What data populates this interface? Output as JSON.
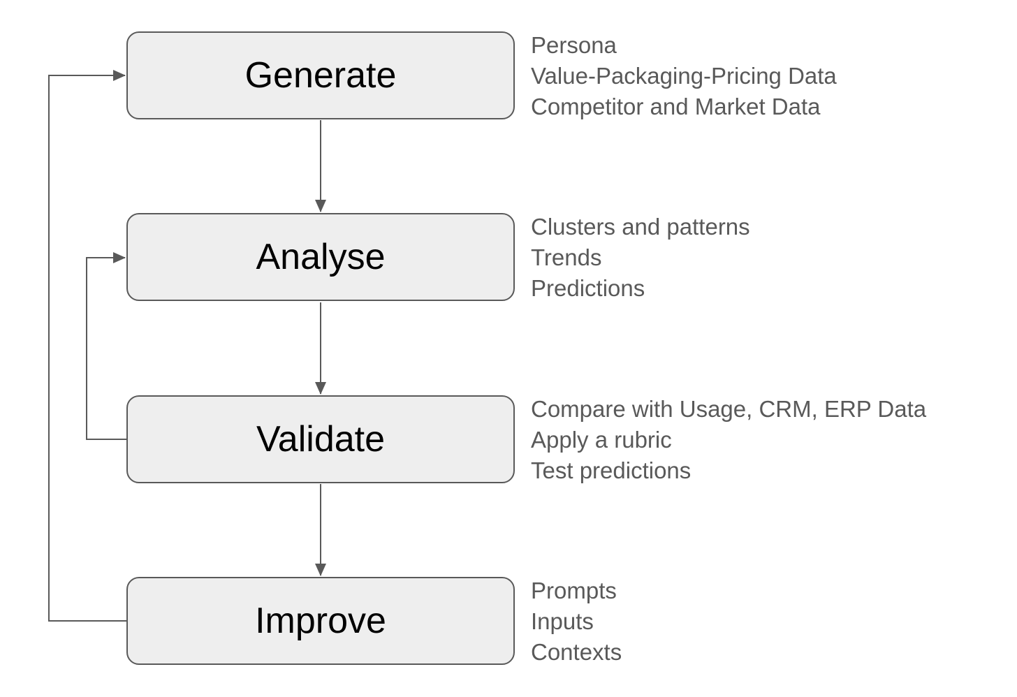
{
  "steps": [
    {
      "label": "Generate",
      "notes": [
        "Persona",
        "Value-Packaging-Pricing Data",
        "Competitor and Market Data"
      ]
    },
    {
      "label": "Analyse",
      "notes": [
        "Clusters and patterns",
        "Trends",
        "Predictions"
      ]
    },
    {
      "label": "Validate",
      "notes": [
        "Compare with Usage, CRM, ERP Data",
        "Apply a rubric",
        "Test predictions"
      ]
    },
    {
      "label": "Improve",
      "notes": [
        "Prompts",
        "Inputs",
        "Contexts"
      ]
    }
  ],
  "colors": {
    "box_fill": "#eeeeee",
    "box_border": "#595959",
    "connector": "#595959",
    "note_text": "#595959",
    "box_text": "#000000"
  }
}
